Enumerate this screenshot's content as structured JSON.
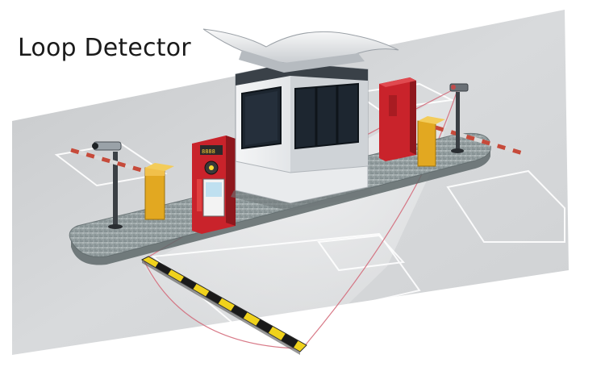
{
  "title": "Loop Detector",
  "colors": {
    "road": "#d4d6d8",
    "island": "#9aa6a8",
    "booth": "#e6e8ea",
    "booth_window": "#1d2630",
    "machine_red": "#c9232b",
    "barrier_yellow": "#e2a821",
    "speed_bump_yellow": "#f0d21c",
    "speed_bump_black": "#1a1a1a",
    "detection_line": "#d46a7a"
  },
  "elements": [
    "road-surface",
    "parking-lane-markings",
    "traffic-island",
    "guard-booth",
    "booth-roof",
    "ticket-dispenser-kiosk",
    "entry-barrier-gate",
    "exit-barrier-gate",
    "lpr-camera-pole",
    "red-cabinet",
    "speed-bump",
    "detection-zone"
  ]
}
